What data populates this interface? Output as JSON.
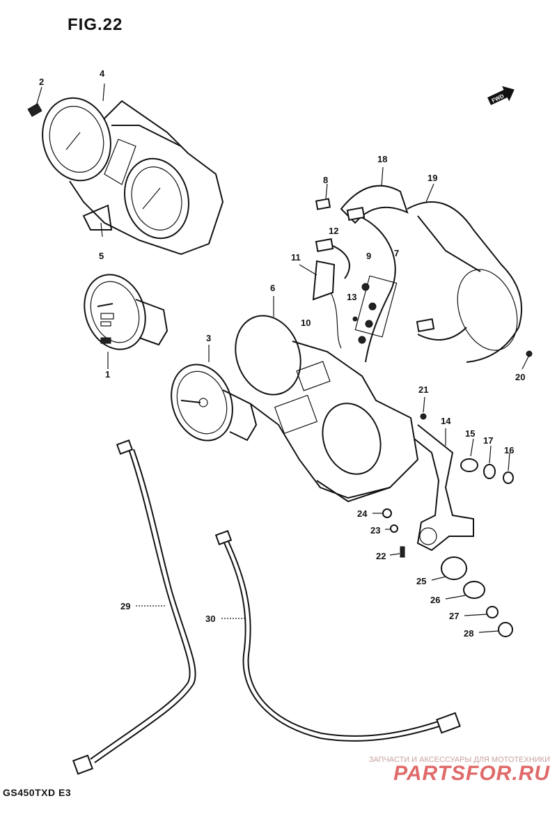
{
  "figure_title": "FIG.22",
  "model_label": "GS450TXD E3",
  "fwd_label": "FWD",
  "watermark": {
    "line1": "ЗАПЧАСТИ И АКСЕССУАРЫ ДЛЯ МОТОТЕХНИКИ",
    "brand": "PARTSFOR.RU"
  },
  "callouts": {
    "c1": "1",
    "c2": "2",
    "c3": "3",
    "c4": "4",
    "c5": "5",
    "c6": "6",
    "c7": "7",
    "c8": "8",
    "c9": "9",
    "c10": "10",
    "c11": "11",
    "c12": "12",
    "c13": "13",
    "c14": "14",
    "c15": "15",
    "c16": "16",
    "c17": "17",
    "c18": "18",
    "c19": "19",
    "c20": "20",
    "c21": "21",
    "c22": "22",
    "c23": "23",
    "c24": "24",
    "c25": "25",
    "c26": "26",
    "c27": "27",
    "c28": "28",
    "c29": "29",
    "c30": "30"
  },
  "colors": {
    "line": "#111111",
    "watermark": "#e06a6a"
  }
}
